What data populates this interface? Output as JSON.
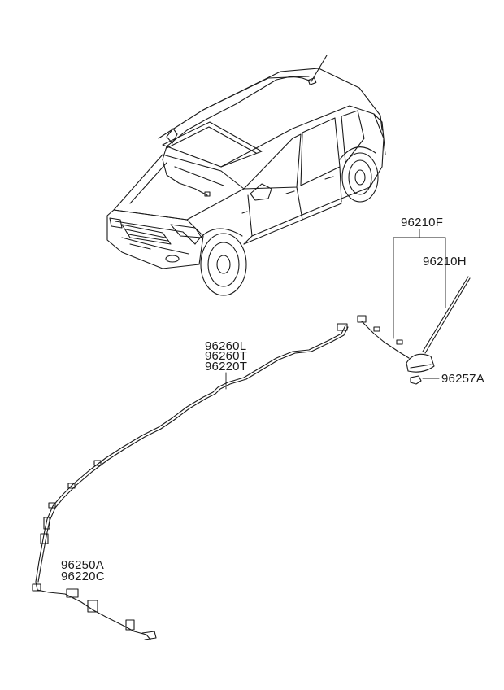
{
  "callouts": {
    "p96210f": "96210F",
    "p96210h": "96210H",
    "p96257a": "96257A",
    "p96260l": "96260L",
    "p96260t": "96260T",
    "p96220t": "96220T",
    "p96250a": "96250A",
    "p96220c": "96220C"
  },
  "colors": {
    "line": "#1a1a1a",
    "background": "#ffffff"
  }
}
